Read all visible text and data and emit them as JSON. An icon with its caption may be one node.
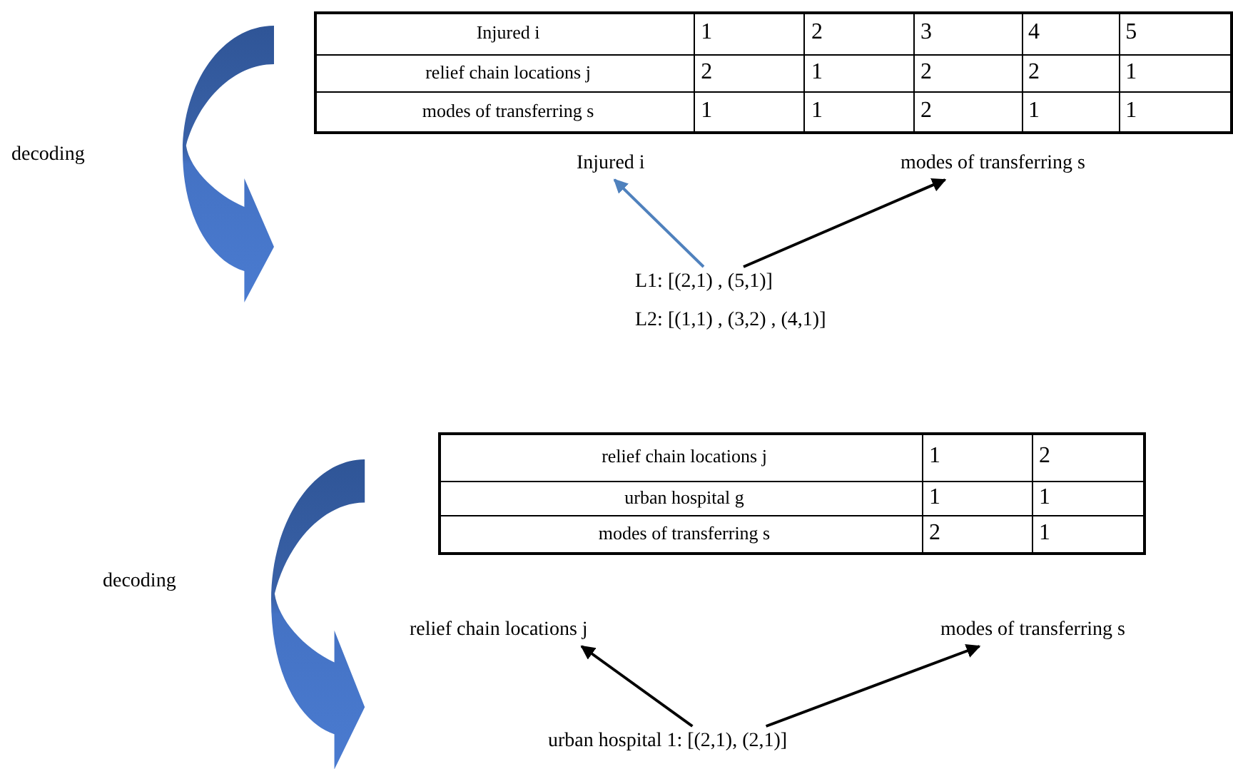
{
  "diagram": {
    "nodes": [
      {
        "text": [
          "Injured i"
        ]
      },
      {
        "text": [
          "modes of transferring s"
        ]
      },
      {
        "text": [
          "L1: [(2,1) , (5,1)]"
        ]
      },
      {
        "text": [
          "L2: [(1,1) , (3,2) , (4,1)]"
        ]
      },
      {
        "text": [
          "relief chain locations j"
        ]
      },
      {
        "text": [
          "modes of transferring s"
        ]
      },
      {
        "text": [
          "urban hospital 1: [(2,1), (2,1)]"
        ]
      }
    ],
    "edges": [
      {
        "from": 2,
        "to": 0,
        "arrow": "to",
        "color": "#4f81bd"
      },
      {
        "from": 2,
        "to": 1,
        "arrow": "to"
      },
      {
        "from": 6,
        "to": 4,
        "arrow": "to"
      },
      {
        "from": 6,
        "to": 5,
        "arrow": "to"
      }
    ],
    "labels": [
      "Injured i",
      "1",
      "2",
      "3",
      "4",
      "5",
      "relief chain locations j",
      "2",
      "1",
      "2",
      "2",
      "1",
      "modes of transferring s",
      "1",
      "1",
      "2",
      "1",
      "1",
      "decoding",
      "relief chain locations j",
      "1",
      "2",
      "urban hospital g",
      "1",
      "1",
      "modes of transferring s",
      "2",
      "1",
      "decoding"
    ]
  }
}
